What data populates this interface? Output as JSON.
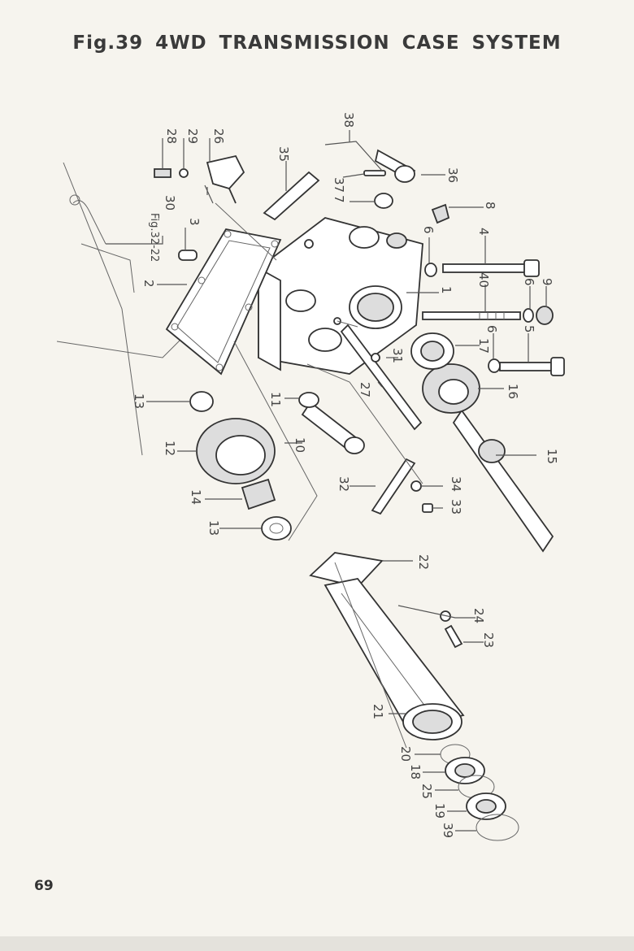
{
  "title": "Fig.39  4WD TRANSMISSION CASE SYSTEM",
  "page_number": "69",
  "labels": {
    "p1": "1",
    "p2": "2",
    "p3": "3",
    "p4": "4",
    "p5": "5",
    "p6a": "6",
    "p6b": "6",
    "p6c": "6",
    "p7": "7",
    "p8": "8",
    "p9": "9",
    "p10": "10",
    "p11": "11",
    "p12": "12",
    "p13a": "13",
    "p13b": "13",
    "p14": "14",
    "p15": "15",
    "p16": "16",
    "p17": "17",
    "p18": "18",
    "p19": "19",
    "p20": "20",
    "p21": "21",
    "p22": "22",
    "p23": "23",
    "p24": "24",
    "p25": "25",
    "p26": "26",
    "p27": "27",
    "p28": "28",
    "p29": "29",
    "p30": "30",
    "p31": "31",
    "p32": "32",
    "p33": "33",
    "p34": "34",
    "p35": "35",
    "p36": "36",
    "p37": "37",
    "p38": "38",
    "p39": "39",
    "p40": "40",
    "ref": "Fig.32-22"
  }
}
